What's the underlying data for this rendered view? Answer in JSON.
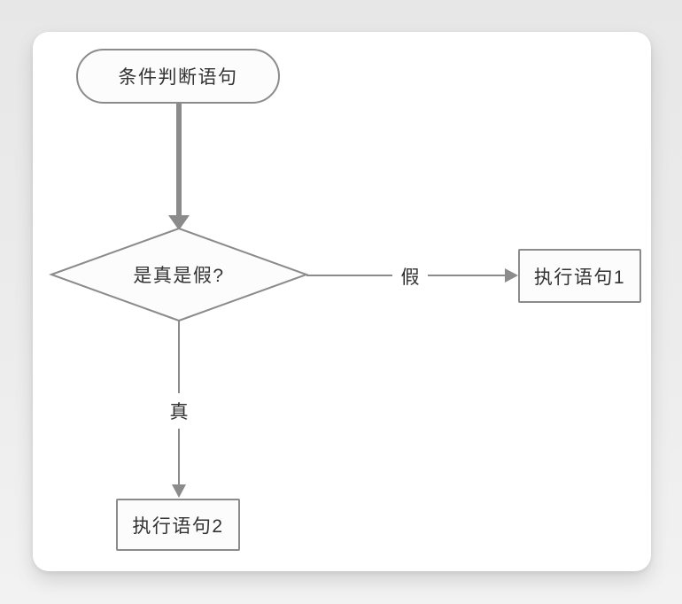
{
  "colors": {
    "background_top": "#e7e7e7",
    "background_bottom": "#f2f2f2",
    "card_background": "#ffffff",
    "shape_stroke": "#8b8b8b",
    "shape_fill": "#fcfcfc",
    "text": "#333333"
  },
  "flowchart": {
    "nodes": {
      "start": {
        "type": "terminator",
        "label": "条件判断语句"
      },
      "decision": {
        "type": "decision",
        "label": "是真是假?"
      },
      "process1": {
        "type": "process",
        "label": "执行语句1"
      },
      "process2": {
        "type": "process",
        "label": "执行语句2"
      }
    },
    "edges": {
      "start_to_decision": {
        "from": "start",
        "to": "decision",
        "style": "thick-arrow",
        "label": ""
      },
      "false_branch": {
        "from": "decision",
        "to": "process1",
        "style": "thin-arrow",
        "label": "假"
      },
      "true_branch": {
        "from": "decision",
        "to": "process2",
        "style": "thin-arrow",
        "label": "真"
      }
    }
  }
}
